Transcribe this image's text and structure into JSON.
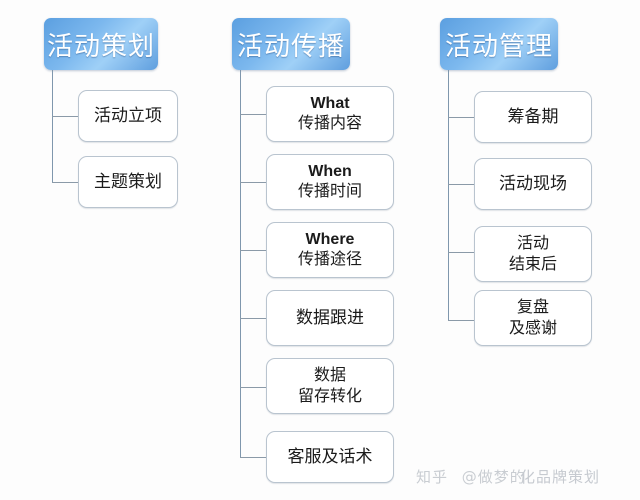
{
  "diagram": {
    "title": "活动策划 / 活动传播 / 活动管理 思维导图",
    "type": "mind-map",
    "background_color": "#fdfdfd",
    "header_gradient_from": "#5b9fe0",
    "header_gradient_to": "#9fd0f7",
    "header_text_color": "#ffffff",
    "node_border_color": "#b9c4cf",
    "node_fill_color": "#ffffff",
    "connector_color": "#7f97ad",
    "branches": [
      {
        "id": "branch-planning",
        "header": "活动策划",
        "nodes": [
          {
            "lat": "",
            "cjk": "活动立项"
          },
          {
            "lat": "",
            "cjk": "主题策划"
          }
        ]
      },
      {
        "id": "branch-promotion",
        "header": "活动传播",
        "nodes": [
          {
            "lat": "What",
            "cjk": "传播内容"
          },
          {
            "lat": "When",
            "cjk": "传播时间"
          },
          {
            "lat": "Where",
            "cjk": "传播途径"
          },
          {
            "lat": "",
            "cjk": "数据跟进"
          },
          {
            "lat": "",
            "cjk": "数据",
            "cjk2": "留存转化"
          },
          {
            "lat": "",
            "cjk": "客服及话术"
          }
        ]
      },
      {
        "id": "branch-management",
        "header": "活动管理",
        "nodes": [
          {
            "lat": "",
            "cjk": "筹备期"
          },
          {
            "lat": "",
            "cjk": "活动现场"
          },
          {
            "lat": "",
            "cjk": "活动",
            "cjk2": "结束后"
          },
          {
            "lat": "",
            "cjk": "复盘",
            "cjk2": "及感谢"
          }
        ]
      }
    ]
  },
  "watermark": {
    "platform": "知乎",
    "handle": "@做梦的",
    "overlay": "化品牌策划"
  }
}
